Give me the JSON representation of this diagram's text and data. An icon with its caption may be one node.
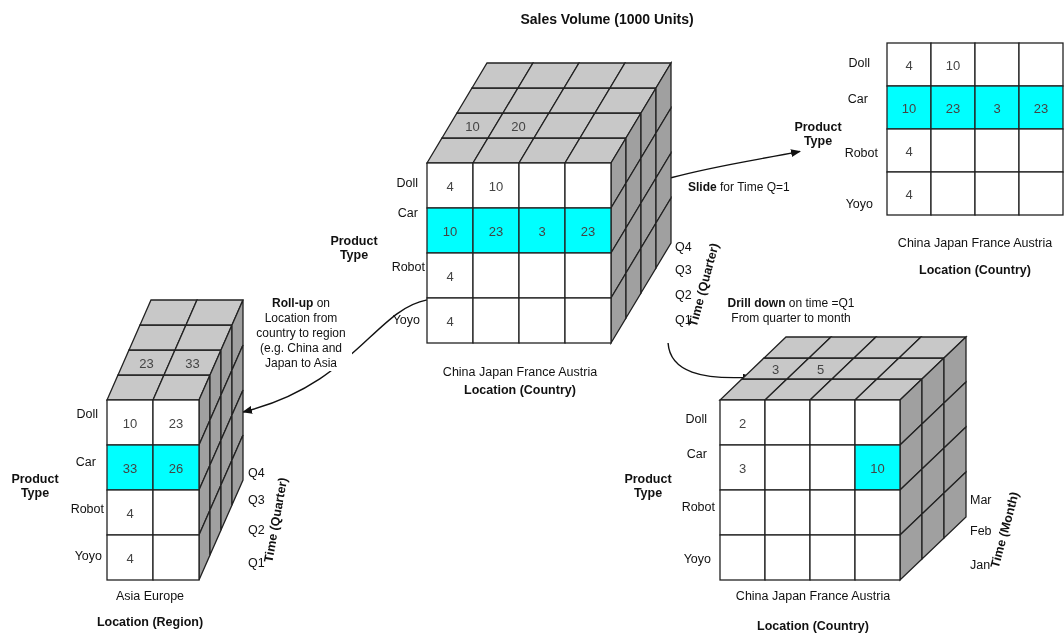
{
  "diagram": {
    "title": "Sales Volume (1000 Units)",
    "nodes": [
      {
        "text": [
          "10",
          "20",
          "4",
          "10",
          "10",
          "23",
          "3",
          "23",
          "4",
          "4"
        ],
        "beside": [
          "Product Type",
          "Doll",
          "Car",
          "Robot",
          "Yoyo",
          "Q4",
          "Q3",
          "Q2",
          "Q1",
          "Time (Quarter)",
          "China Japan France Austria",
          "Location (Country)"
        ]
      },
      {
        "text": [
          "4",
          "10",
          "10",
          "23",
          "3",
          "23",
          "4",
          "4"
        ],
        "beside": [
          "Doll",
          "Car",
          "Product Type",
          "Robot",
          "Yoyo",
          "China Japan France Austria",
          "Location (Country)"
        ]
      },
      {
        "text": [
          "23",
          "33",
          "10",
          "23",
          "33",
          "26",
          "4",
          "4"
        ],
        "beside": [
          "Doll",
          "Car",
          "Product Type",
          "Robot",
          "Yoyo",
          "Q4",
          "Q3",
          "Q2",
          "Q1",
          "Time (Quarter)",
          "Asia Europe",
          "Location (Region)"
        ]
      },
      {
        "text": [
          "3",
          "5",
          "2",
          "3",
          "10"
        ],
        "beside": [
          "Doll",
          "Car",
          "Product Type",
          "Robot",
          "Yoyo",
          "Mar",
          "Feb",
          "Jan",
          "Time (Month)",
          "China Japan France Austria",
          "Location (Country)"
        ]
      }
    ],
    "edges": [
      {
        "from": 0,
        "to": 1,
        "arrow": "to",
        "label": "**Slide** for Time Q=1"
      },
      {
        "from": 0,
        "to": 3,
        "arrow": "to",
        "label": "**Drill down** on time =Q1 From quarter to month"
      },
      {
        "from": 0,
        "to": 2,
        "arrow": "to",
        "label": "**Roll-up** on Location from country to region (e.g. China and Japan to Asia"
      }
    ]
  }
}
